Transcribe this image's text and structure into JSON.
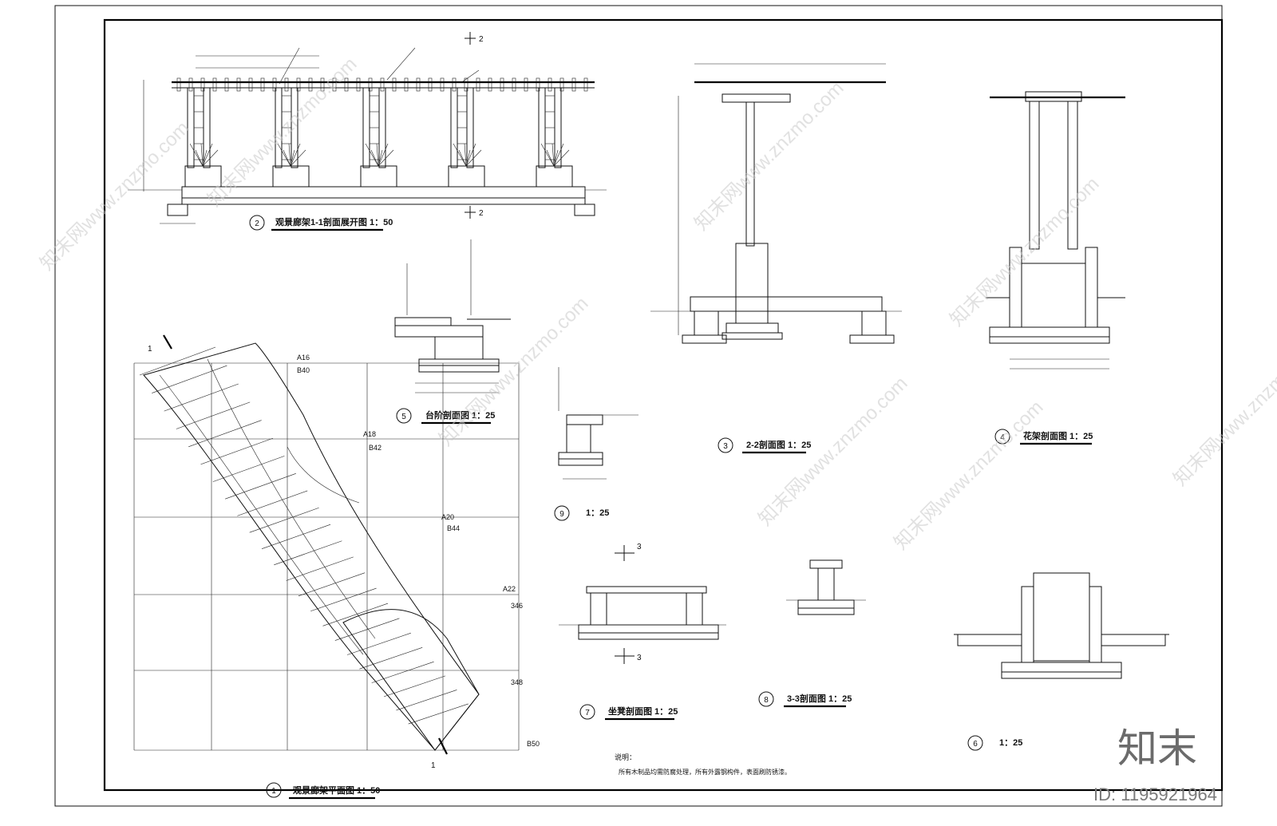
{
  "drawings": [
    {
      "id": "1",
      "title": "观景廊架平面图 1：50"
    },
    {
      "id": "2",
      "title": "观景廊架1-1剖面展开图 1：50"
    },
    {
      "id": "3",
      "title": "2-2剖面图  1：25"
    },
    {
      "id": "4",
      "title": "花架剖面图  1：25"
    },
    {
      "id": "5",
      "title": "台阶剖面图  1：25"
    },
    {
      "id": "6",
      "title": "1：25"
    },
    {
      "id": "7",
      "title": "坐凳剖面图 1：25"
    },
    {
      "id": "8",
      "title": "3-3剖面图  1：25"
    },
    {
      "id": "9",
      "title": "1：25"
    }
  ],
  "grid_labels": [
    "A16",
    "B40",
    "A18",
    "B42",
    "A20",
    "B44",
    "A22",
    "346",
    "348",
    "B50"
  ],
  "section_marks": [
    "1",
    "1",
    "2",
    "2",
    "3",
    "3"
  ],
  "notes": {
    "label": "说明：",
    "body": "所有木制品均需防腐处理，所有外露钢构件，表面刷防锈漆。"
  },
  "watermark": {
    "text": "www.znzmo.com",
    "brand": "知末网"
  },
  "logo": {
    "text": "知末",
    "id_label": "ID: 1195921964"
  }
}
